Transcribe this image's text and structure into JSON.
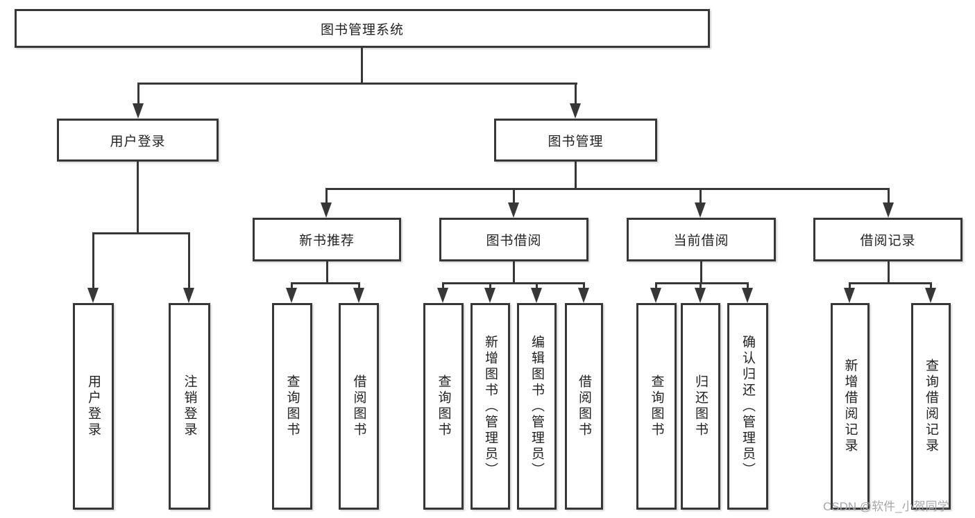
{
  "nodes": {
    "root": "图书管理系统",
    "user_login": "用户登录",
    "book_mgmt": "图书管理",
    "new_books": "新书推荐",
    "book_borrow": "图书借阅",
    "current_borrow": "当前借阅",
    "borrow_records": "借阅记录",
    "leaf_user_login": "用户登录",
    "leaf_logout": "注销登录",
    "leaf_nb_query": "查询图书",
    "leaf_nb_borrow": "借阅图书",
    "leaf_bb_query": "查询图书",
    "leaf_bb_add": "新增图书（管理员）",
    "leaf_bb_edit": "编辑图书（管理员）",
    "leaf_bb_borrow": "借阅图书",
    "leaf_cb_query": "查询图书",
    "leaf_cb_return": "归还图书",
    "leaf_cb_confirm": "确认归还（管理员）",
    "leaf_br_add": "新增借阅记录",
    "leaf_br_query": "查询借阅记录"
  },
  "watermark": "CSDN @软件_小贺同学",
  "colors": {
    "line": "#373737",
    "text": "#222222",
    "watermark": "#a6a6ab",
    "background": "#ffffff"
  }
}
